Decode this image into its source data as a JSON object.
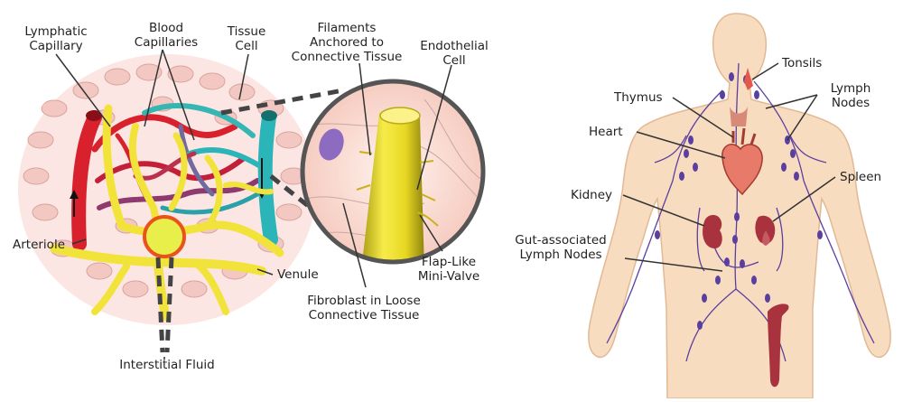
{
  "left_labels": {
    "lymphatic_capillary": "Lymphatic\nCapillary",
    "blood_capillaries": "Blood\nCapillaries",
    "tissue_cell": "Tissue\nCell",
    "filaments": "Filaments\nAnchored to\nConnective Tissue",
    "endothelial_cell": "Endothelial\nCell",
    "arteriole": "Arteriole",
    "venule": "Venule",
    "flap_valve": "Flap-Like\nMini-Valve",
    "fibroblast": "Fibroblast in Loose\nConnective Tissue",
    "interstitial_fluid": "Interstitial Fluid"
  },
  "right_labels": {
    "tonsils": "Tonsils",
    "thymus": "Thymus",
    "lymph_nodes": "Lymph\nNodes",
    "heart": "Heart",
    "spleen": "Spleen",
    "kidney": "Kidney",
    "gut_lymph_nodes": "Gut-associated\nLymph Nodes"
  },
  "colors": {
    "lymph_yellow": "#f2e33a",
    "artery_red": "#d9212e",
    "vein_teal": "#2bb5b8",
    "tissue_pink": "#f4c9c5",
    "skin": "#f7dcc0",
    "lymph_vessel": "#5a3fa0",
    "highlight_ring": "#e8531c"
  }
}
